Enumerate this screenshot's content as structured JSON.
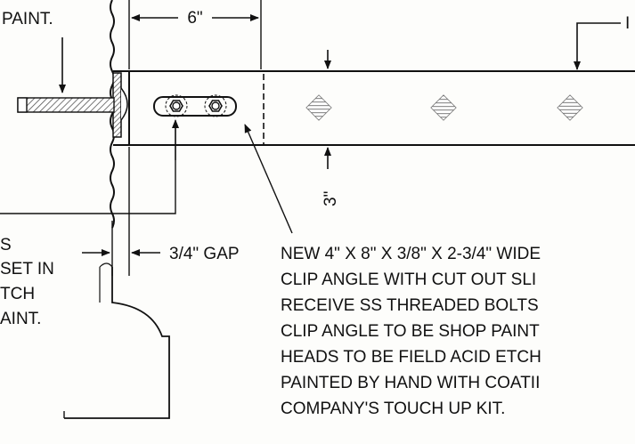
{
  "labels": {
    "top_left": "PAINT.",
    "dim_top": "6\"",
    "top_right": "I",
    "dim_right": "3\"",
    "gap": "3/4\" GAP",
    "left_note": [
      "S",
      "SET IN",
      "TCH",
      "AINT."
    ]
  },
  "note_lines": [
    "NEW 4\" X 8\" X 3/8\" X 2-3/4\" WIDE",
    "CLIP ANGLE WITH CUT OUT SLI",
    "RECEIVE SS THREADED BOLTS",
    "CLIP ANGLE TO BE SHOP PAINT",
    "HEADS TO BE FIELD ACID ETCH",
    "PAINTED BY HAND WITH COATII",
    "COMPANY'S TOUCH UP KIT."
  ]
}
